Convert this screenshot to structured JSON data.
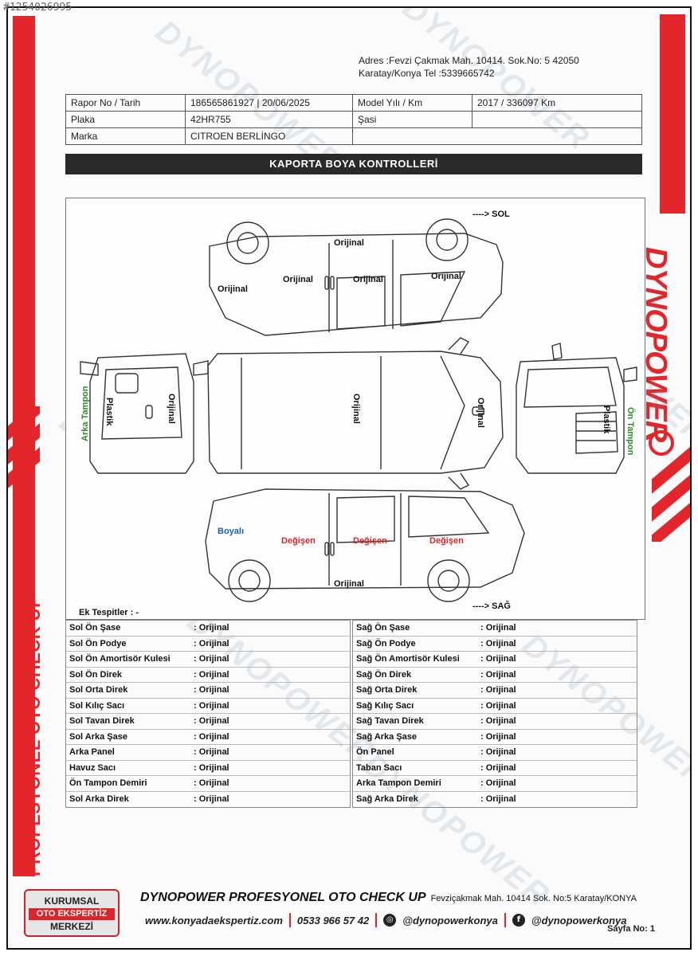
{
  "image_id": "#1254026995",
  "header": {
    "address_line1": "Adres :Fevzi Çakmak Mah. 10414. Sok.No: 5  42050",
    "address_line2": "Karatay/Konya Tel :5339665742"
  },
  "info": {
    "rapor_label": "Rapor No / Tarih",
    "rapor_value": "186565861927 | 20/06/2025",
    "model_label": "Model Yılı / Km",
    "model_value": "2017 / 336097 Km",
    "plaka_label": "Plaka",
    "plaka_value": "42HR755",
    "sasi_label": "Şasi",
    "sasi_value": "",
    "marka_label": "Marka",
    "marka_value": "CITROEN BERLİNGO"
  },
  "section_title": "KAPORTA BOYA KONTROLLERİ",
  "diagram": {
    "sol_label": "----> SOL",
    "sag_label": "----> SAĞ",
    "ek_tespitler": "Ek Tespitler : -",
    "labels": {
      "left_roof": "Orijinal",
      "left_rear": "Orijinal",
      "left_rear_door": "Orijinal",
      "left_front_door": "Orijinal",
      "left_fender": "Orijinal",
      "back_door": "Orijinal",
      "back_bumper_material": "Plastik",
      "back_bumper": "Arka Tampon",
      "roof": "Orijinal",
      "hood": "Orijinal",
      "front_bumper_material": "Plastik",
      "front_bumper": "Ön Tampon",
      "right_rear": "Boyalı",
      "right_rear_door": "Değişen",
      "right_front_door": "Değişen",
      "right_fender": "Değişen",
      "right_sill": "Orijinal"
    }
  },
  "parts_left": [
    {
      "name": "Sol Ön Şase",
      "value": ": Orijinal"
    },
    {
      "name": "Sol Ön Podye",
      "value": ": Orijinal"
    },
    {
      "name": "Sol Ön Amortisör Kulesi",
      "value": ": Orijinal"
    },
    {
      "name": "Sol Ön Direk",
      "value": ": Orijinal"
    },
    {
      "name": "Sol Orta Direk",
      "value": ": Orijinal"
    },
    {
      "name": "Sol Kılıç Sacı",
      "value": ": Orijinal"
    },
    {
      "name": "Sol Tavan Direk",
      "value": ": Orijinal"
    },
    {
      "name": "Sol Arka Şase",
      "value": ": Orijinal"
    },
    {
      "name": "Arka Panel",
      "value": ": Orijinal"
    },
    {
      "name": "Havuz Sacı",
      "value": ": Orijinal"
    },
    {
      "name": "Ön Tampon Demiri",
      "value": ": Orijinal"
    },
    {
      "name": "Sol Arka Direk",
      "value": ": Orijinal"
    }
  ],
  "parts_right": [
    {
      "name": "Sağ Ön Şase",
      "value": ": Orijinal"
    },
    {
      "name": "Sağ Ön Podye",
      "value": ": Orijinal"
    },
    {
      "name": "Sağ Ön Amortisör Kulesi",
      "value": ": Orijinal"
    },
    {
      "name": "Sağ Ön Direk",
      "value": ": Orijinal"
    },
    {
      "name": "Sağ Orta Direk",
      "value": ": Orijinal"
    },
    {
      "name": "Sağ Kılıç Sacı",
      "value": ": Orijinal"
    },
    {
      "name": "Sağ Tavan Direk",
      "value": ": Orijinal"
    },
    {
      "name": "Sağ Arka Şase",
      "value": ": Orijinal"
    },
    {
      "name": "Ön Panel",
      "value": ": Orijinal"
    },
    {
      "name": "Taban Sacı",
      "value": ": Orijinal"
    },
    {
      "name": "Arka Tampon Demiri",
      "value": ": Orijinal"
    },
    {
      "name": "Sağ Arka Direk",
      "value": ": Orijinal"
    }
  ],
  "side_text": "PROFESYONEL OTO CHECK UP",
  "brand": "DYNOPOWER",
  "watermark_text": "DYNOPOWER",
  "footer": {
    "badge_line1": "KURUMSAL",
    "badge_line2": "OTO EKSPERTİZ",
    "badge_line3": "MERKEZİ",
    "title": "DYNOPOWER  PROFESYONEL OTO CHECK UP",
    "address": "Fevziçakmak Mah. 10414 Sok. No:5 Karatay/KONYA",
    "website": "www.konyadaekspertiz.com",
    "phone": "0533 966 57 42",
    "instagram": "@dynopowerkonya",
    "facebook": "@dynopowerkonya",
    "page": "Sayfa No: 1"
  },
  "colors": {
    "red": "#e2262b",
    "blue": "#1f5fb8",
    "green": "#2c8a2c",
    "dark_bar": "#2a2a2a"
  },
  "icons": {
    "instagram": "instagram-icon",
    "facebook": "facebook-icon"
  }
}
